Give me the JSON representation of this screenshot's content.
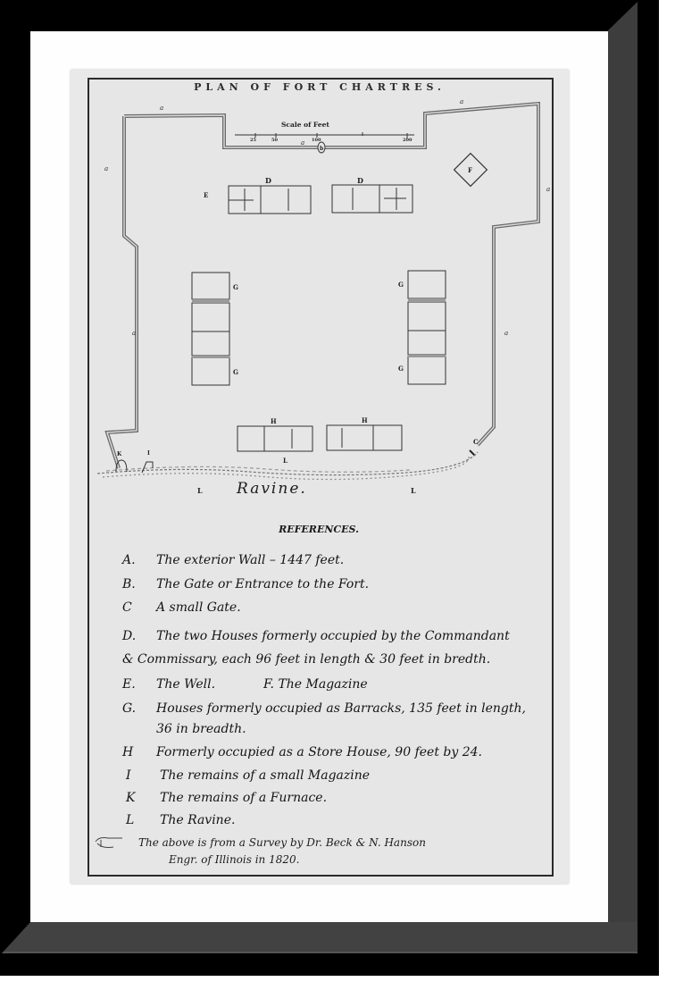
{
  "map": {
    "title": "PLAN OF FORT CHARTRES.",
    "scale_label": "Scale of Feet",
    "scale_ticks": [
      "25",
      "50",
      "100",
      "200"
    ],
    "labels": {
      "wall": "a",
      "gate": "b",
      "small_gate": "C",
      "commandant_houses": "D",
      "well": "E",
      "magazine": "F",
      "barracks": "G",
      "store_houses": "H",
      "small_magazine": "I",
      "furnace": "K",
      "ravine": "L"
    },
    "ravine_caption": "Ravine."
  },
  "references": {
    "heading": "REFERENCES.",
    "items": [
      {
        "key": "A.",
        "text": "The exterior Wall – 1447 feet."
      },
      {
        "key": "B.",
        "text": "The Gate or Entrance to the Fort."
      },
      {
        "key": "C",
        "text": "A small Gate."
      },
      {
        "key": "D.",
        "text": "The two Houses formerly occupied by the Commandant"
      },
      {
        "key": "",
        "text": "& Commissary, each 96 feet in length & 30 feet in bredth."
      },
      {
        "key": "E.",
        "text": "The Well."
      },
      {
        "key": "F.",
        "text": "The Magazine"
      },
      {
        "key": "G.",
        "text": "Houses formerly occupied as Barracks, 135 feet in length,"
      },
      {
        "key": "",
        "text": "36 in breadth."
      },
      {
        "key": "H",
        "text": "Formerly occupied as a Store House, 90 feet by 24."
      },
      {
        "key": "I",
        "text": "The remains of a small Magazine"
      },
      {
        "key": "K",
        "text": "The remains of a Furnace."
      },
      {
        "key": "L",
        "text": "The Ravine."
      }
    ],
    "note_line1": "The above is from a Survey by Dr. Beck & N. Hanson",
    "note_line2": "Engr. of Illinois in 1820."
  },
  "colors": {
    "frame": "#000000",
    "bevel": "#3d3d3d",
    "mat": "#fefefe",
    "paper": "#e8e8e8",
    "ink": "#1e1e1e"
  }
}
